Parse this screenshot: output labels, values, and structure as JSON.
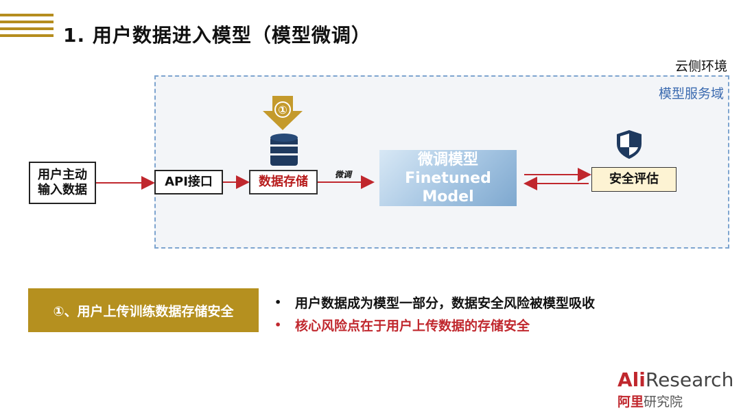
{
  "title": "1. 用户数据进入模型（模型微调）",
  "cloud_label": "云侧环境",
  "domain_label": "模型服务域",
  "nodes": {
    "user_line1": "用户主动",
    "user_line2": "输入数据",
    "api": "API接口",
    "storage": "数据存储",
    "model_line1": "微调模型",
    "model_line2": "Finetuned",
    "model_line3": "Model",
    "security": "安全评估"
  },
  "edge_label_finetune": "微调",
  "step_marker": "①",
  "bottom": {
    "badge": "①、用户上传训练数据存储安全",
    "bullet1": "用户数据成为模型一部分，数据安全风险被模型吸收",
    "bullet2": "核心风险点在于用户上传数据的存储安全",
    "bullet_symbol": "•"
  },
  "logo": {
    "ali": "Ali",
    "research": "Research",
    "cn_red": "阿里",
    "cn_gray": "研究院"
  },
  "colors": {
    "gold": "#b5901f",
    "red": "#c0272d",
    "blue": "#3c6bb0"
  }
}
